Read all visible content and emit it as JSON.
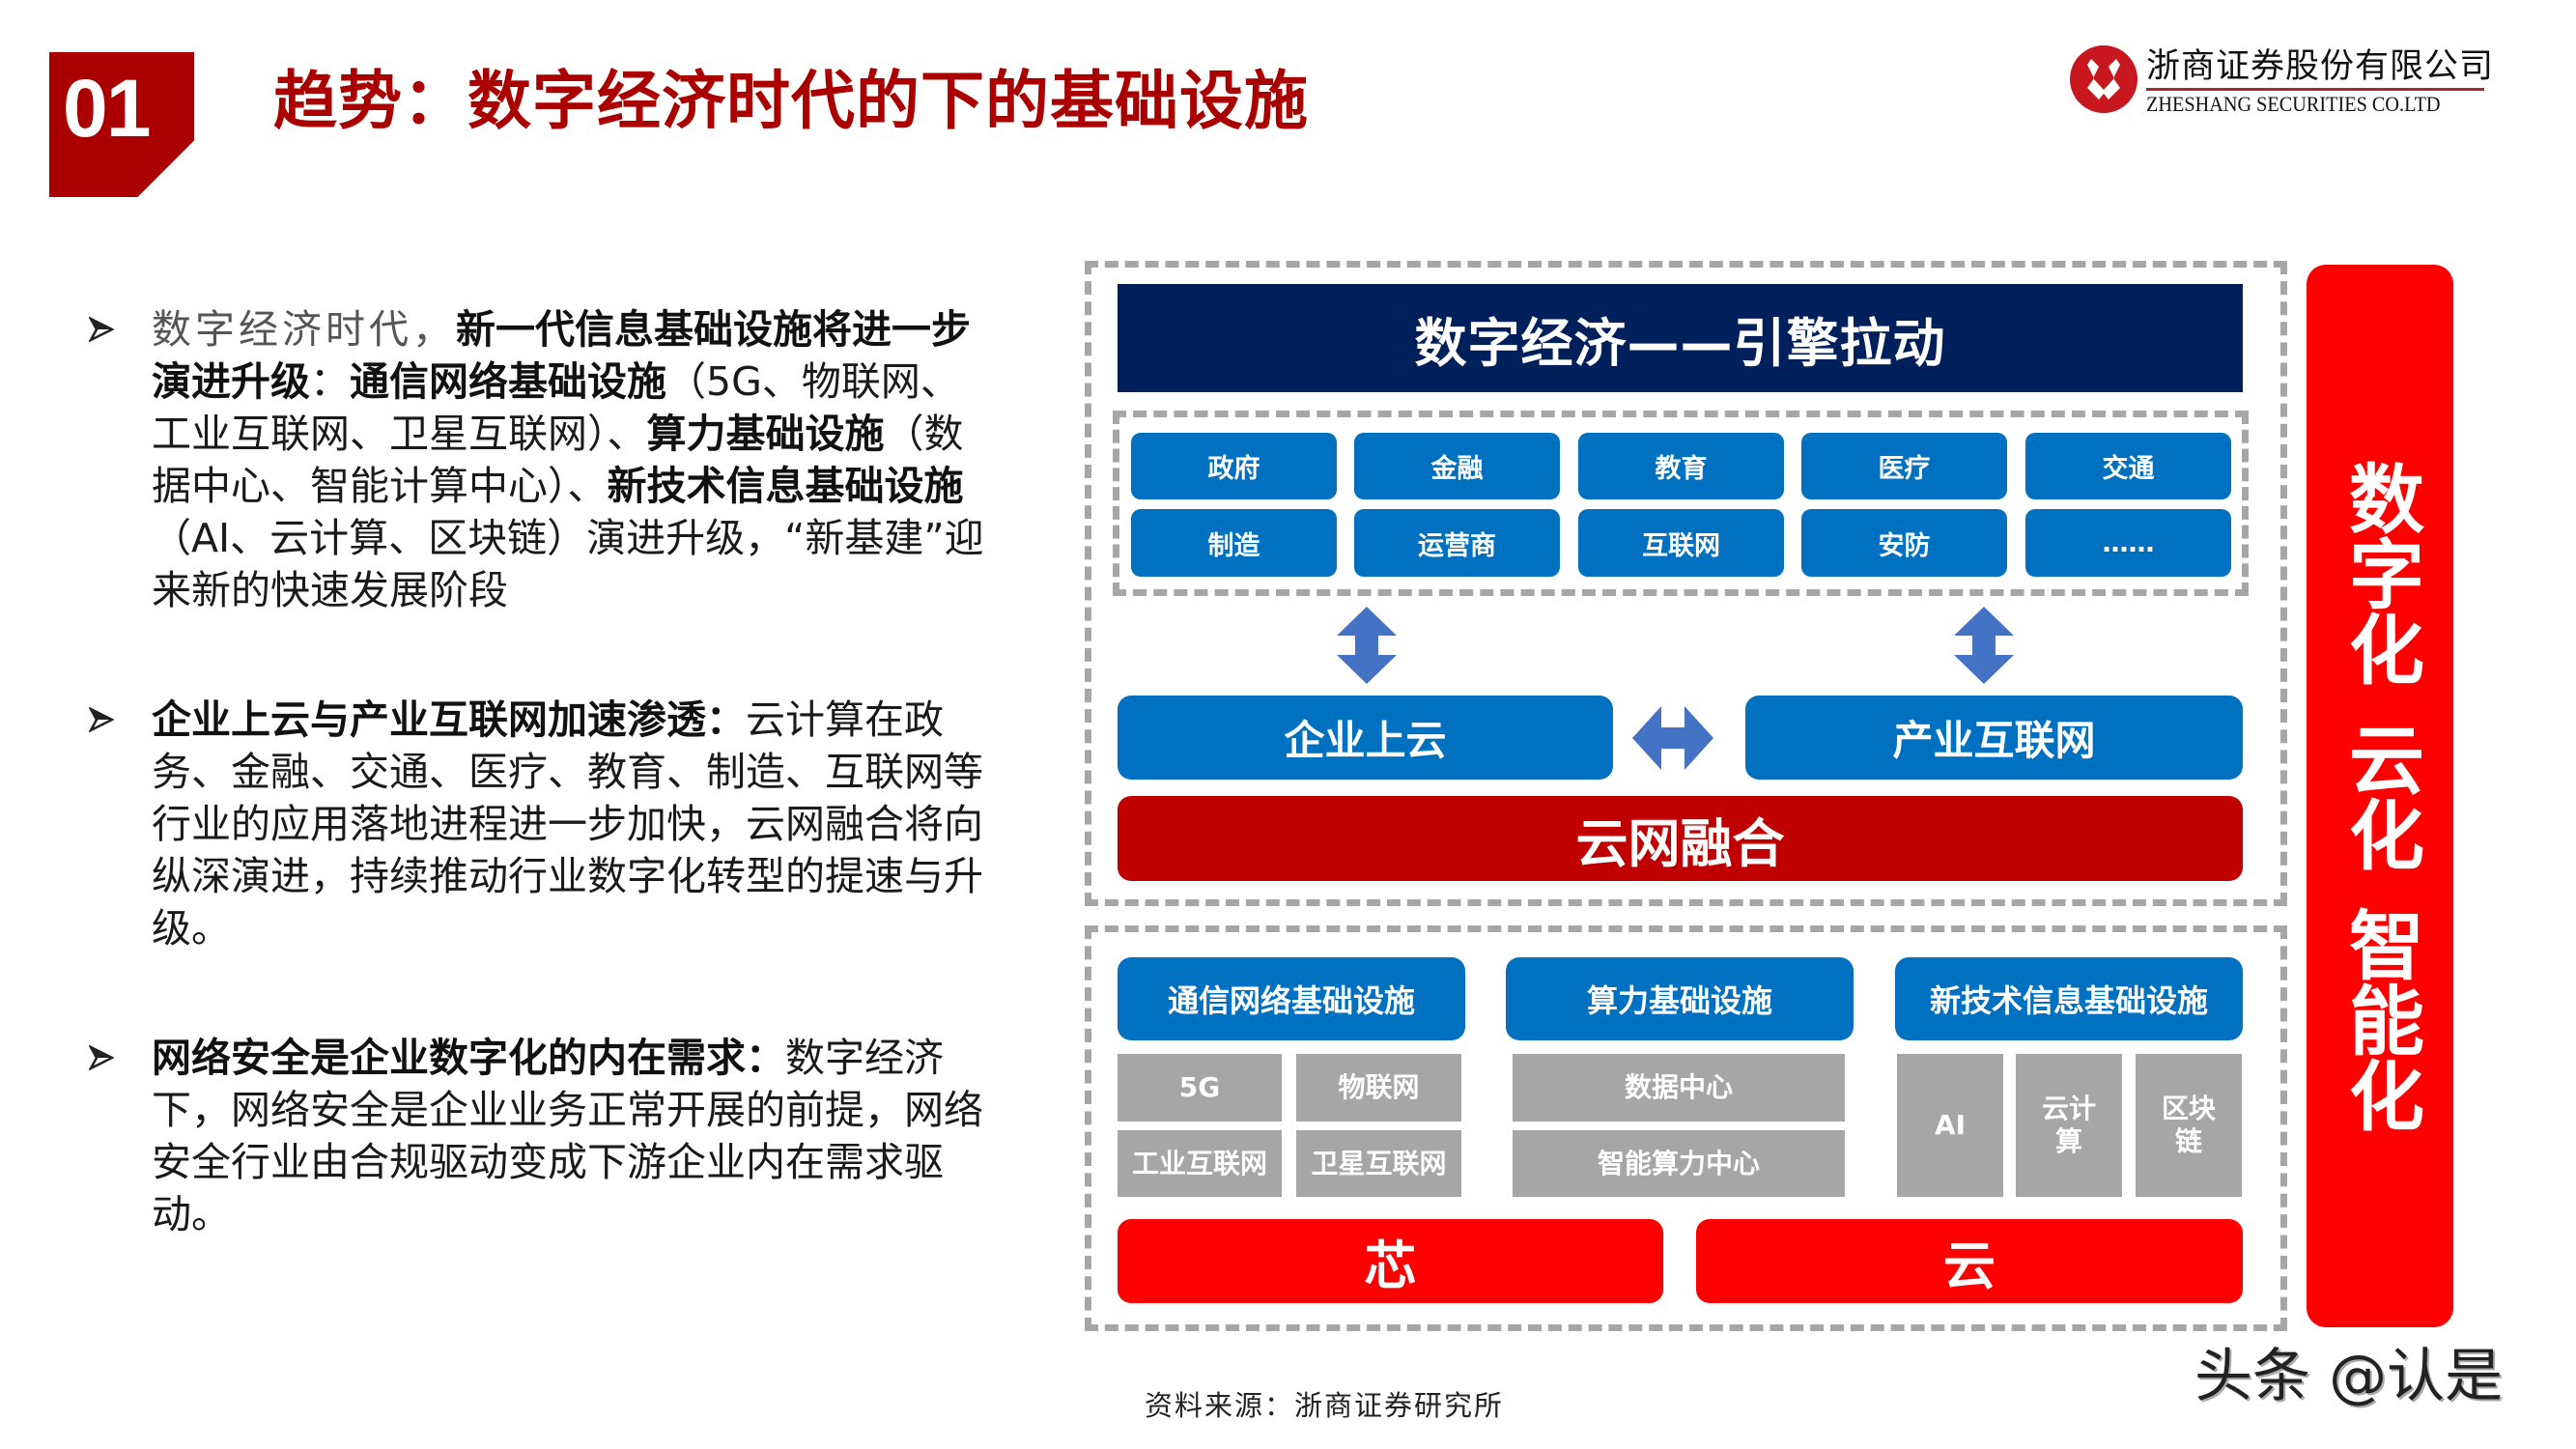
{
  "header": {
    "badge_number": "01",
    "title": "趋势：数字经济时代的下的基础设施"
  },
  "logo": {
    "name_cn": "浙商证券股份有限公司",
    "name_en": "ZHESHANG SECURITIES CO.LTD",
    "icon": "zheshang-logo-icon"
  },
  "bullets": [
    {
      "icon": "arrow-bullet-icon",
      "lead_light": "数字经济时代，",
      "segments": [
        {
          "text": "新一代信息基础设施将进一步演进升级",
          "bold": true
        },
        {
          "text": "：",
          "bold": false
        },
        {
          "text": "通信网络基础设施",
          "bold": true
        },
        {
          "text": "（5G、物联网、工业互联网、卫星互联网）、",
          "bold": false
        },
        {
          "text": "算力基础设施",
          "bold": true
        },
        {
          "text": "（数据中心、智能计算中心）、",
          "bold": false
        },
        {
          "text": "新技术信息基础设施",
          "bold": true
        },
        {
          "text": "（AI、云计算、区块链）演进升级，“新基建”迎来新的快速发展阶段",
          "bold": false
        }
      ]
    },
    {
      "icon": "arrow-bullet-icon",
      "segments": [
        {
          "text": "企业上云与产业互联网加速渗透：",
          "bold": true
        },
        {
          "text": "云计算在政务、金融、交通、医疗、教育、制造、互联网等行业的应用落地进程进一步加快，云网融合将向纵深演进，持续推动行业数字化转型的提速与升级。",
          "bold": false
        }
      ]
    },
    {
      "icon": "arrow-bullet-icon",
      "segments": [
        {
          "text": "网络安全是企业数字化的内在需求：",
          "bold": true
        },
        {
          "text": "数字经济下，网络安全是企业业务正常开展的前提，网络安全行业由合规驱动变成下游企业内在需求驱动。",
          "bold": false
        }
      ]
    }
  ],
  "diagram": {
    "top_banner": "数字经济——引擎拉动",
    "industries": [
      "政府",
      "金融",
      "教育",
      "医疗",
      "交通",
      "制造",
      "运营商",
      "互联网",
      "安防",
      "……"
    ],
    "enterprise_cloud": "企业上云",
    "industrial_internet": "产业互联网",
    "cloud_network_fusion": "云网融合",
    "infrastructure": [
      {
        "header": "通信网络基础设施",
        "items": [
          "5G",
          "物联网",
          "工业互联网",
          "卫星互联网"
        ]
      },
      {
        "header": "算力基础设施",
        "items": [
          "数据中心",
          "智能算力中心"
        ]
      },
      {
        "header": "新技术信息基础设施",
        "items": [
          "AI",
          "云计算",
          "区块链"
        ]
      }
    ],
    "foundation": [
      "芯",
      "云"
    ],
    "side_bar": [
      "数字化",
      "云化",
      "智能化"
    ],
    "colors": {
      "navy": "#00205B",
      "blue": "#0070C0",
      "arrow_blue": "#4472C4",
      "dark_red": "#C00000",
      "bright_red": "#FF0000",
      "gray": "#A6A6A6",
      "title_red": "#AA0000"
    }
  },
  "footer": {
    "source": "资料来源：浙商证券研究所",
    "watermark": "头条 @认是"
  }
}
